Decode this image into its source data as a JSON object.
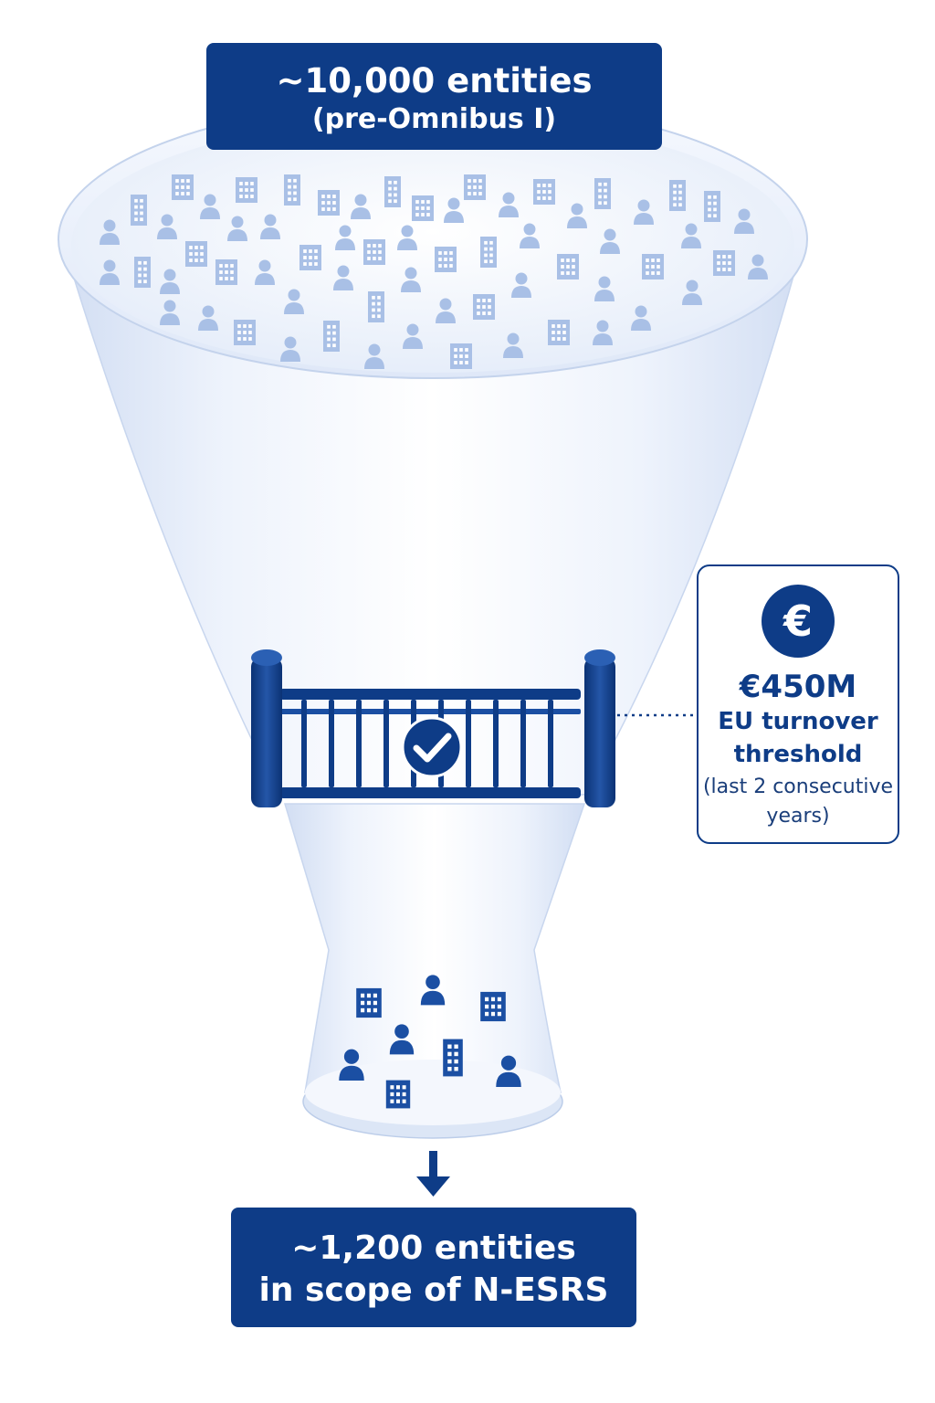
{
  "top_label": {
    "count": "~10,000 entities",
    "qualifier": "(pre-Omnibus I)"
  },
  "threshold": {
    "icon": "euro-icon",
    "icon_glyph": "€",
    "amount": "€450M",
    "description_line1": "EU turnover",
    "description_line2": "threshold",
    "note_line1": "(last 2 consecutive",
    "note_line2": "years)"
  },
  "gate": {
    "icon": "checkmark-icon"
  },
  "bottom_label": {
    "line1": "~1,200 entities",
    "line2": "in scope of N-ESRS"
  },
  "colors": {
    "primary": "#0e3c87",
    "funnel_light": "#eef3fc",
    "funnel_mid": "#d6e2f6",
    "icon_faded": "#a9c0e6",
    "icon_strong": "#1b4fa3"
  }
}
